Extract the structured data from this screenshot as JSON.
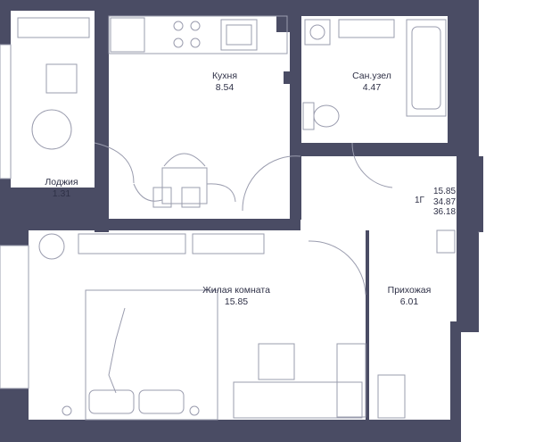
{
  "rooms": {
    "loggia": {
      "name": "Лоджия",
      "area": "1.31"
    },
    "kitchen": {
      "name": "Кухня",
      "area": "8.54"
    },
    "bathroom": {
      "name": "Сан.узел",
      "area": "4.47"
    },
    "living": {
      "name": "Жилая комната",
      "area": "15.85"
    },
    "hallway": {
      "name": "Прихожая",
      "area": "6.01"
    }
  },
  "summary": {
    "type": "1Г",
    "living_area": "15.85",
    "total_area": "34.87",
    "total_with_loggia": "36.18"
  },
  "colors": {
    "wall": "#4a4c64",
    "line": "#9a9cae",
    "text": "#2f3147"
  }
}
